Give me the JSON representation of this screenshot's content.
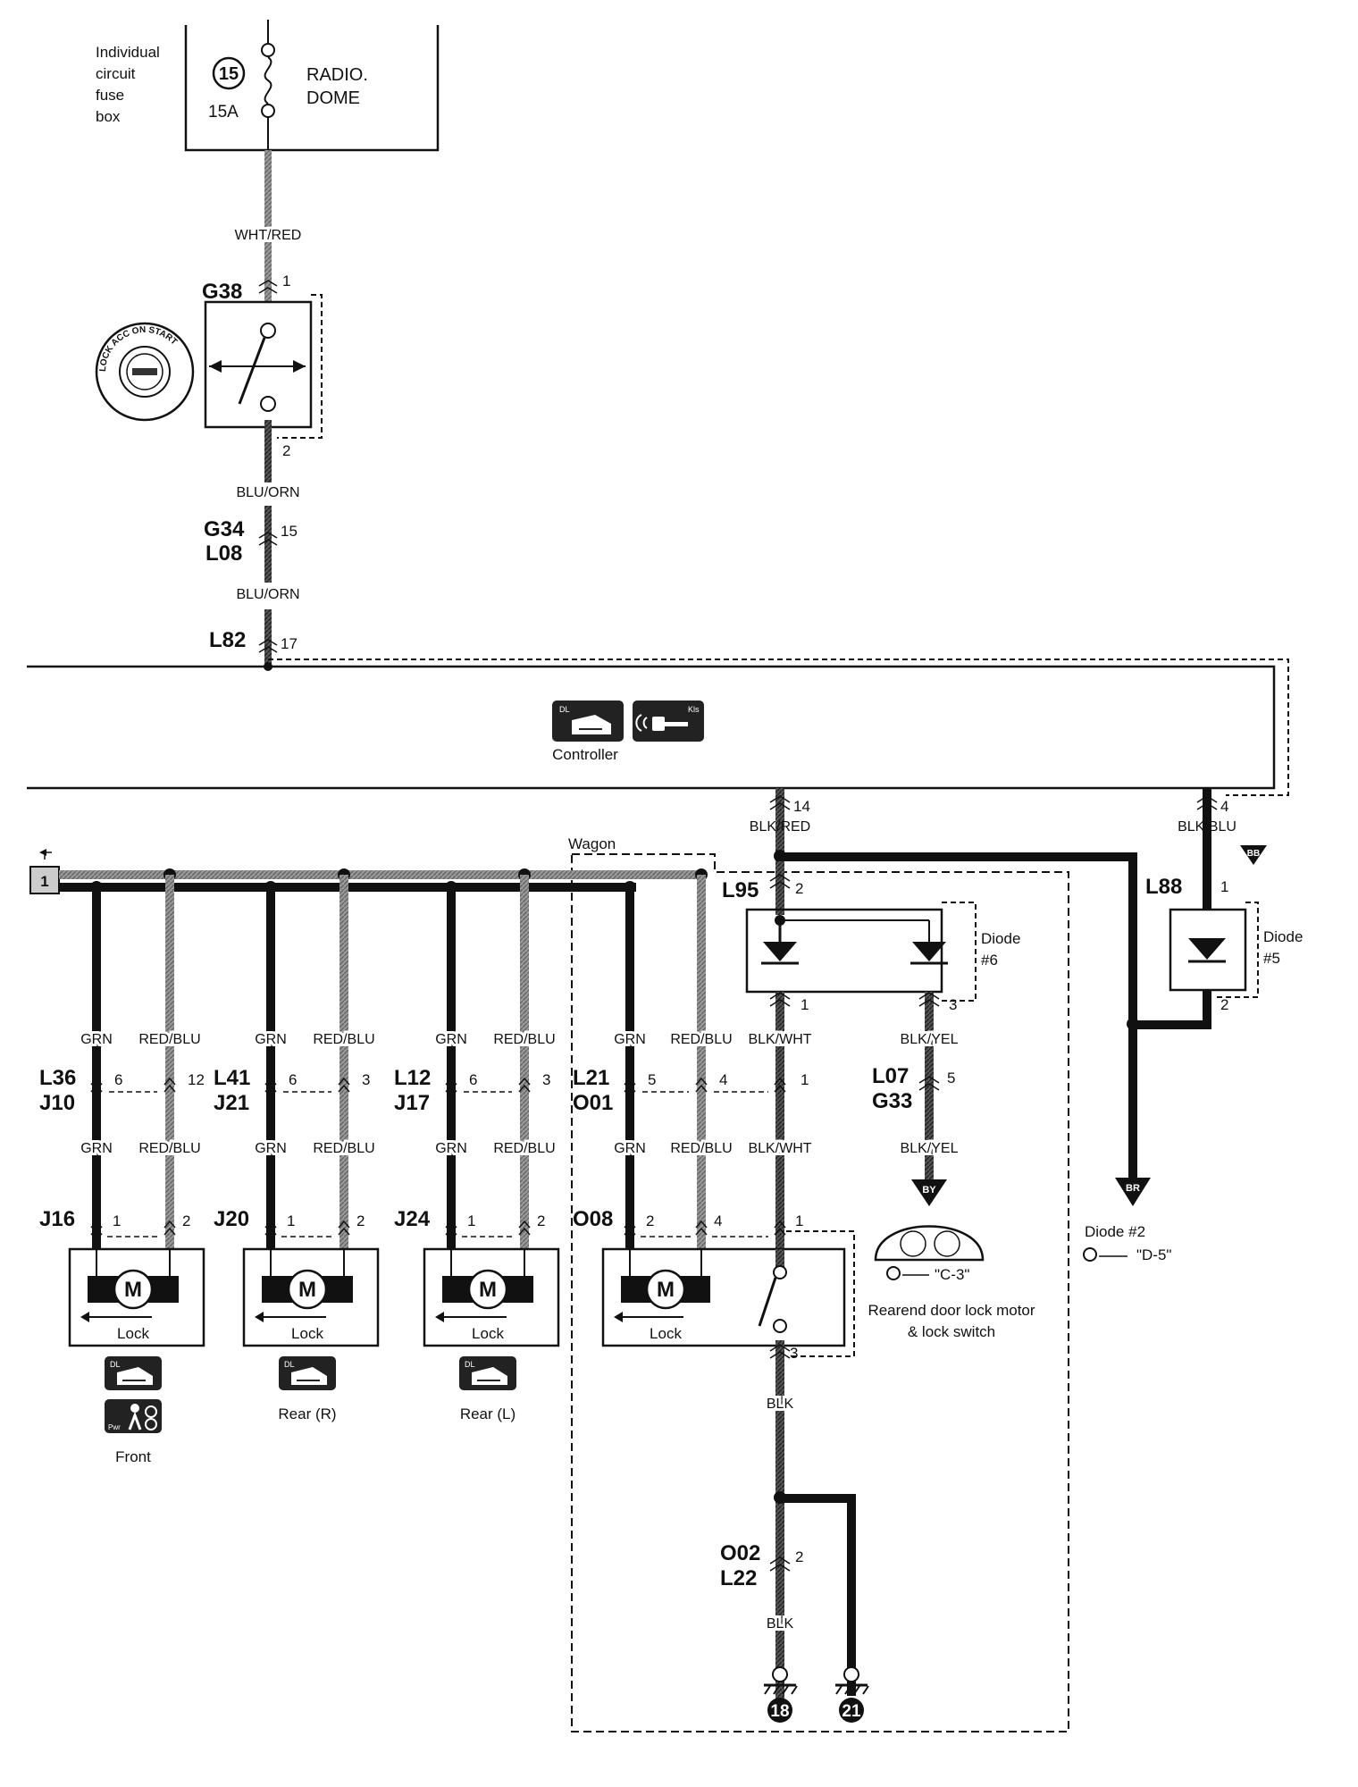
{
  "fuse_box": {
    "label_lines": [
      "Individual",
      "circuit",
      "fuse",
      "box"
    ],
    "fuse_number": "15",
    "rating": "15A",
    "name_lines": [
      "RADIO.",
      "DOME"
    ]
  },
  "wires": {
    "wht_red": "WHT/RED",
    "blu_orn_1": "BLU/ORN",
    "blu_orn_2": "BLU/ORN",
    "blk_red": "BLK/RED",
    "blk_blu": "BLK/BLU",
    "blk_wht_1": "BLK/WHT",
    "blk_wht_2": "BLK/WHT",
    "blk_yel_1": "BLK/YEL",
    "blk_yel_2": "BLK/YEL",
    "blk_1": "BLK",
    "blk_2": "BLK",
    "grn": "GRN",
    "red_blu": "RED/BLU"
  },
  "connectors": {
    "g38": "G38",
    "g38_pin1": "1",
    "g38_pin2": "2",
    "g34": "G34",
    "l08": "L08",
    "g34_pin": "15",
    "l82": "L82",
    "l82_pin": "17",
    "ctrl_pin14": "14",
    "ctrl_pin4": "4",
    "l95": "L95",
    "l95_pin": "2",
    "l88": "L88",
    "l88_pin1": "1",
    "l88_pin2": "2",
    "d6_pin1": "1",
    "d6_pin3": "3",
    "l07": "L07",
    "g33": "G33",
    "l07_pin": "5",
    "o02": "O02",
    "l22": "L22",
    "o02_pin": "2"
  },
  "columns": [
    {
      "top": "L36",
      "bottom": "J10",
      "pin_a": "6",
      "pin_b": "12",
      "motor_conn": "J16",
      "mp1": "1",
      "mp2": "2",
      "caption": "Front"
    },
    {
      "top": "L41",
      "bottom": "J21",
      "pin_a": "6",
      "pin_b": "3",
      "motor_conn": "J20",
      "mp1": "1",
      "mp2": "2",
      "caption": "Rear (R)"
    },
    {
      "top": "L12",
      "bottom": "J17",
      "pin_a": "6",
      "pin_b": "3",
      "motor_conn": "J24",
      "mp1": "1",
      "mp2": "2",
      "caption": "Rear (L)"
    },
    {
      "top": "L21",
      "bottom": "O01",
      "pin_a": "5",
      "pin_b": "4",
      "pin_c": "1",
      "motor_conn": "O08",
      "mp1": "2",
      "mp2": "4",
      "mp3": "1",
      "mp4": "3"
    }
  ],
  "motor": {
    "letter": "M",
    "lock": "Lock"
  },
  "controller": {
    "label": "Controller",
    "icon1_tag": "DL",
    "icon2_tag": "Kls"
  },
  "wagon": "Wagon",
  "terminal": "1",
  "diode6": [
    "Diode",
    "#6"
  ],
  "diode5": [
    "Diode",
    "#5"
  ],
  "badges": {
    "bb": "BB",
    "by": "BY",
    "br": "BR"
  },
  "rearend": [
    "Rearend door lock motor",
    "& lock switch"
  ],
  "refs": {
    "c3": "\"C-3\"",
    "d5": "\"D-5\"",
    "diode2": "Diode #2"
  },
  "grounds": [
    "18",
    "21"
  ],
  "icon_tags": {
    "dl": "DL",
    "pwr": "Pwr"
  },
  "ignition": {
    "ring": "LOCK ACC ON START"
  }
}
